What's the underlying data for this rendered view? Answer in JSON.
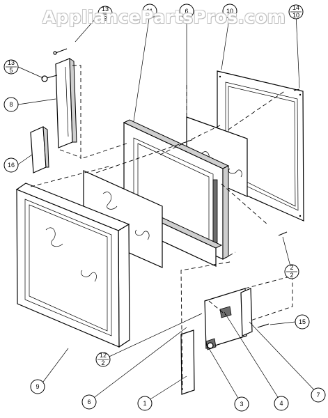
{
  "watermark": "AppliancePartsPros.com",
  "callouts": [
    {
      "id": "c13-5a",
      "top": "13",
      "bottom": "5"
    },
    {
      "id": "c11",
      "label": "11"
    },
    {
      "id": "c6",
      "label": "6"
    },
    {
      "id": "c10",
      "label": "10"
    },
    {
      "id": "c14-10",
      "top": "14",
      "bottom": "10"
    },
    {
      "id": "c13-5b",
      "top": "13",
      "bottom": "5"
    },
    {
      "id": "c8",
      "label": "8"
    },
    {
      "id": "c16",
      "label": "16"
    },
    {
      "id": "c2-2",
      "top": "2",
      "bottom": "2"
    },
    {
      "id": "c15",
      "label": "15"
    },
    {
      "id": "c12-2",
      "top": "12",
      "bottom": "2"
    },
    {
      "id": "c9",
      "label": "9"
    },
    {
      "id": "c6b",
      "label": "6"
    },
    {
      "id": "c1",
      "label": "1"
    },
    {
      "id": "c3",
      "label": "3"
    },
    {
      "id": "c4",
      "label": "4"
    },
    {
      "id": "c7",
      "label": "7"
    }
  ]
}
